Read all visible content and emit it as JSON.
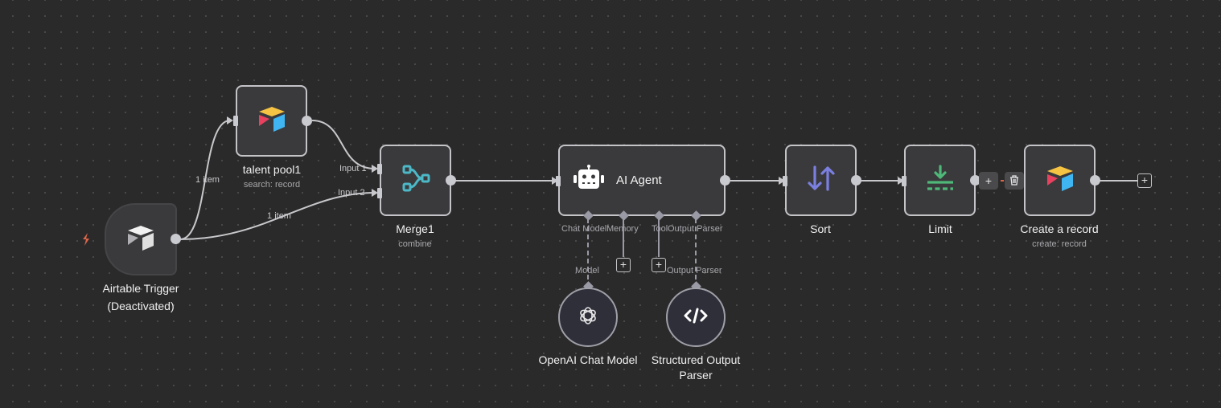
{
  "nodes": {
    "airtable_trigger": {
      "title_line1": "Airtable Trigger",
      "title_line2": "(Deactivated)",
      "icon": "airtable-icon",
      "badge_icon": "lightning-icon"
    },
    "talent_pool": {
      "title": "talent pool1",
      "subtitle": "search: record",
      "icon": "airtable-icon"
    },
    "merge": {
      "title": "Merge1",
      "subtitle": "combine",
      "icon": "merge-icon",
      "inputs": [
        "Input 1",
        "Input 2"
      ]
    },
    "ai_agent": {
      "title": "AI Agent",
      "icon": "robot-icon",
      "ports": [
        "Chat Model",
        "Memory",
        "Tool",
        "Output Parser"
      ]
    },
    "sort": {
      "title": "Sort",
      "icon": "sort-arrows-icon"
    },
    "limit": {
      "title": "Limit",
      "icon": "limit-icon"
    },
    "create_record": {
      "title": "Create a record",
      "subtitle": "create: record",
      "icon": "airtable-icon"
    },
    "openai": {
      "title": "OpenAI Chat Model",
      "icon": "openai-icon",
      "port_label": "Model"
    },
    "parser": {
      "title_line1": "Structured Output",
      "title_line2": "Parser",
      "icon": "code-icon",
      "port_label": "Output Parser"
    }
  },
  "edges": {
    "trigger_to_talent": "1 item",
    "trigger_to_merge": "1 item"
  },
  "buttons": {
    "add": "+",
    "delete": "🗑"
  },
  "colors": {
    "canvas": "#2a2a2a",
    "node": "#3a3a3c",
    "sort_icon": "#7b7fe0",
    "limit_icon": "#4fb879",
    "merge_icon": "#4cb8c8",
    "trigger_badge": "#e0664a"
  }
}
